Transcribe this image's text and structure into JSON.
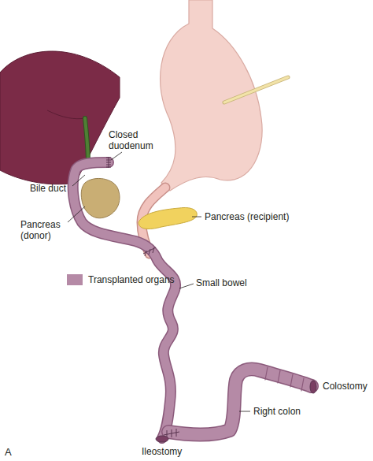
{
  "diagram": {
    "labels": [
      "Closed duodenum",
      "Bile duct",
      "Pancreas (donor)",
      "Pancreas (recipient)",
      "Small bowel",
      "Colostomy",
      "Right colon",
      "Ileostomy",
      "A"
    ],
    "legend": [
      {
        "text": "Transplanted organs",
        "color": "#b58aa6"
      }
    ]
  }
}
